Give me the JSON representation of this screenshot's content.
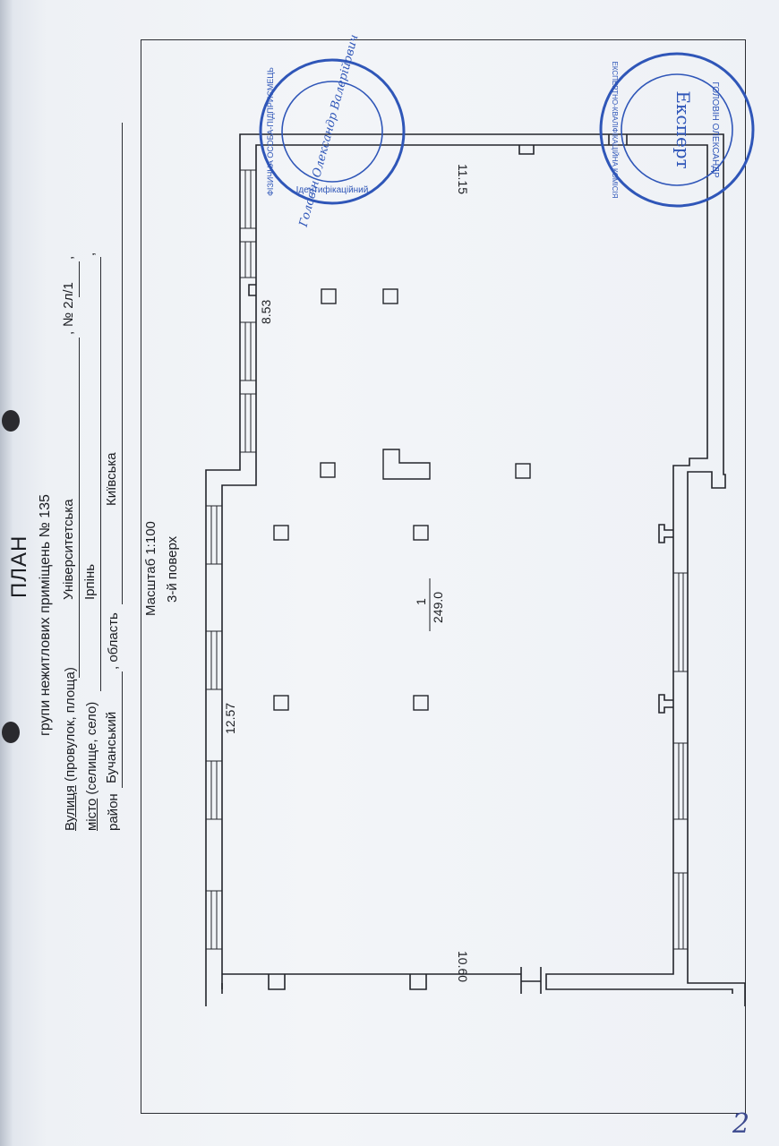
{
  "document": {
    "title": "ПЛАН",
    "subtitle": "групи нежитлових приміщень № 135",
    "street_label": "Вулиця",
    "street_label_rest": " (провулок, площа)",
    "street_value": "Університетська",
    "number_value": "№ 2л/1",
    "city_label": "місто",
    "city_label_rest": " (селище, село)",
    "city_value": "Ірпінь",
    "district_label": "район",
    "district_value": "Бучанський",
    "region_label": ", область",
    "region_value": "Київська",
    "scale": "Масштаб 1:100",
    "floor": "3-й поверх",
    "comma": ","
  },
  "plan": {
    "room_number": "1",
    "room_area": "249.0",
    "dim_top": "12.57",
    "dim_bottom_left": "10.60",
    "dim_right": "8.53",
    "dim_bottom_right": "11.15"
  },
  "stamps": {
    "left_text_ring": "ФІЗИЧНА ОСОБА-ПІДПРИЄМЕЦЬ",
    "left_name": "Головін Олександр Валерійович",
    "left_id": "Ідентифікаційний",
    "right_text_ring": "ЕКСПЕРТНО-КВАЛІФІКАЦІЙНА КОМІСІЯ",
    "right_word": "Експерт",
    "right_name": "ГОЛОВІН ОЛЕКСАНДР"
  },
  "page_mark": "2",
  "colors": {
    "stamp_blue": "#2f56b8",
    "ink": "#1b1d22",
    "paper": "#f2f4f7"
  }
}
